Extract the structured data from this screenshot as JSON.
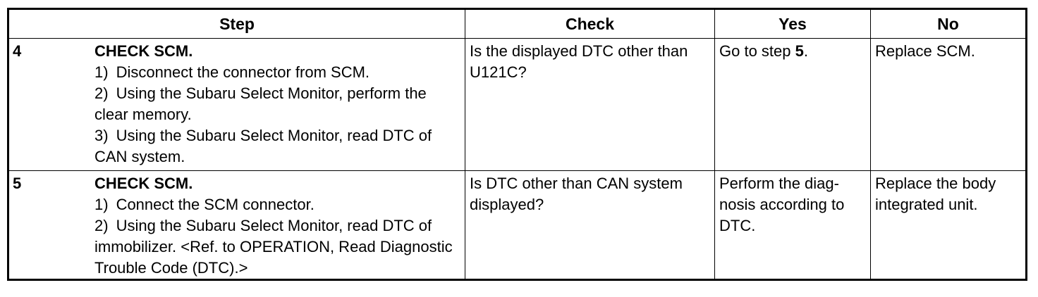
{
  "table": {
    "headers": {
      "step": "Step",
      "check": "Check",
      "yes": "Yes",
      "no": "No"
    },
    "rows": [
      {
        "number": "4",
        "title": "CHECK SCM.",
        "items": [
          {
            "num": "1)",
            "text": "Disconnect the connector from SCM."
          },
          {
            "num": "2)",
            "text": "Using the Subaru Select Monitor, perform the clear memory."
          },
          {
            "num": "3)",
            "text": "Using the Subaru Select Monitor, read DTC of CAN system."
          }
        ],
        "check": "Is the displayed DTC other than U121C?",
        "yes_prefix": "Go to step ",
        "yes_step": "5",
        "yes_suffix": ".",
        "no": "Replace SCM."
      },
      {
        "number": "5",
        "title": "CHECK SCM.",
        "items": [
          {
            "num": "1)",
            "text": "Connect the SCM connector."
          },
          {
            "num": "2)",
            "text": "Using the Subaru Select Monitor, read DTC of immobilizer. <Ref. to OPERATION, Read Diagnostic Trouble Code (DTC).>"
          }
        ],
        "check": "Is DTC other than CAN system displayed?",
        "yes": "Perform the diag-nosis according to DTC.",
        "no": "Replace the body integrated unit."
      }
    ]
  }
}
